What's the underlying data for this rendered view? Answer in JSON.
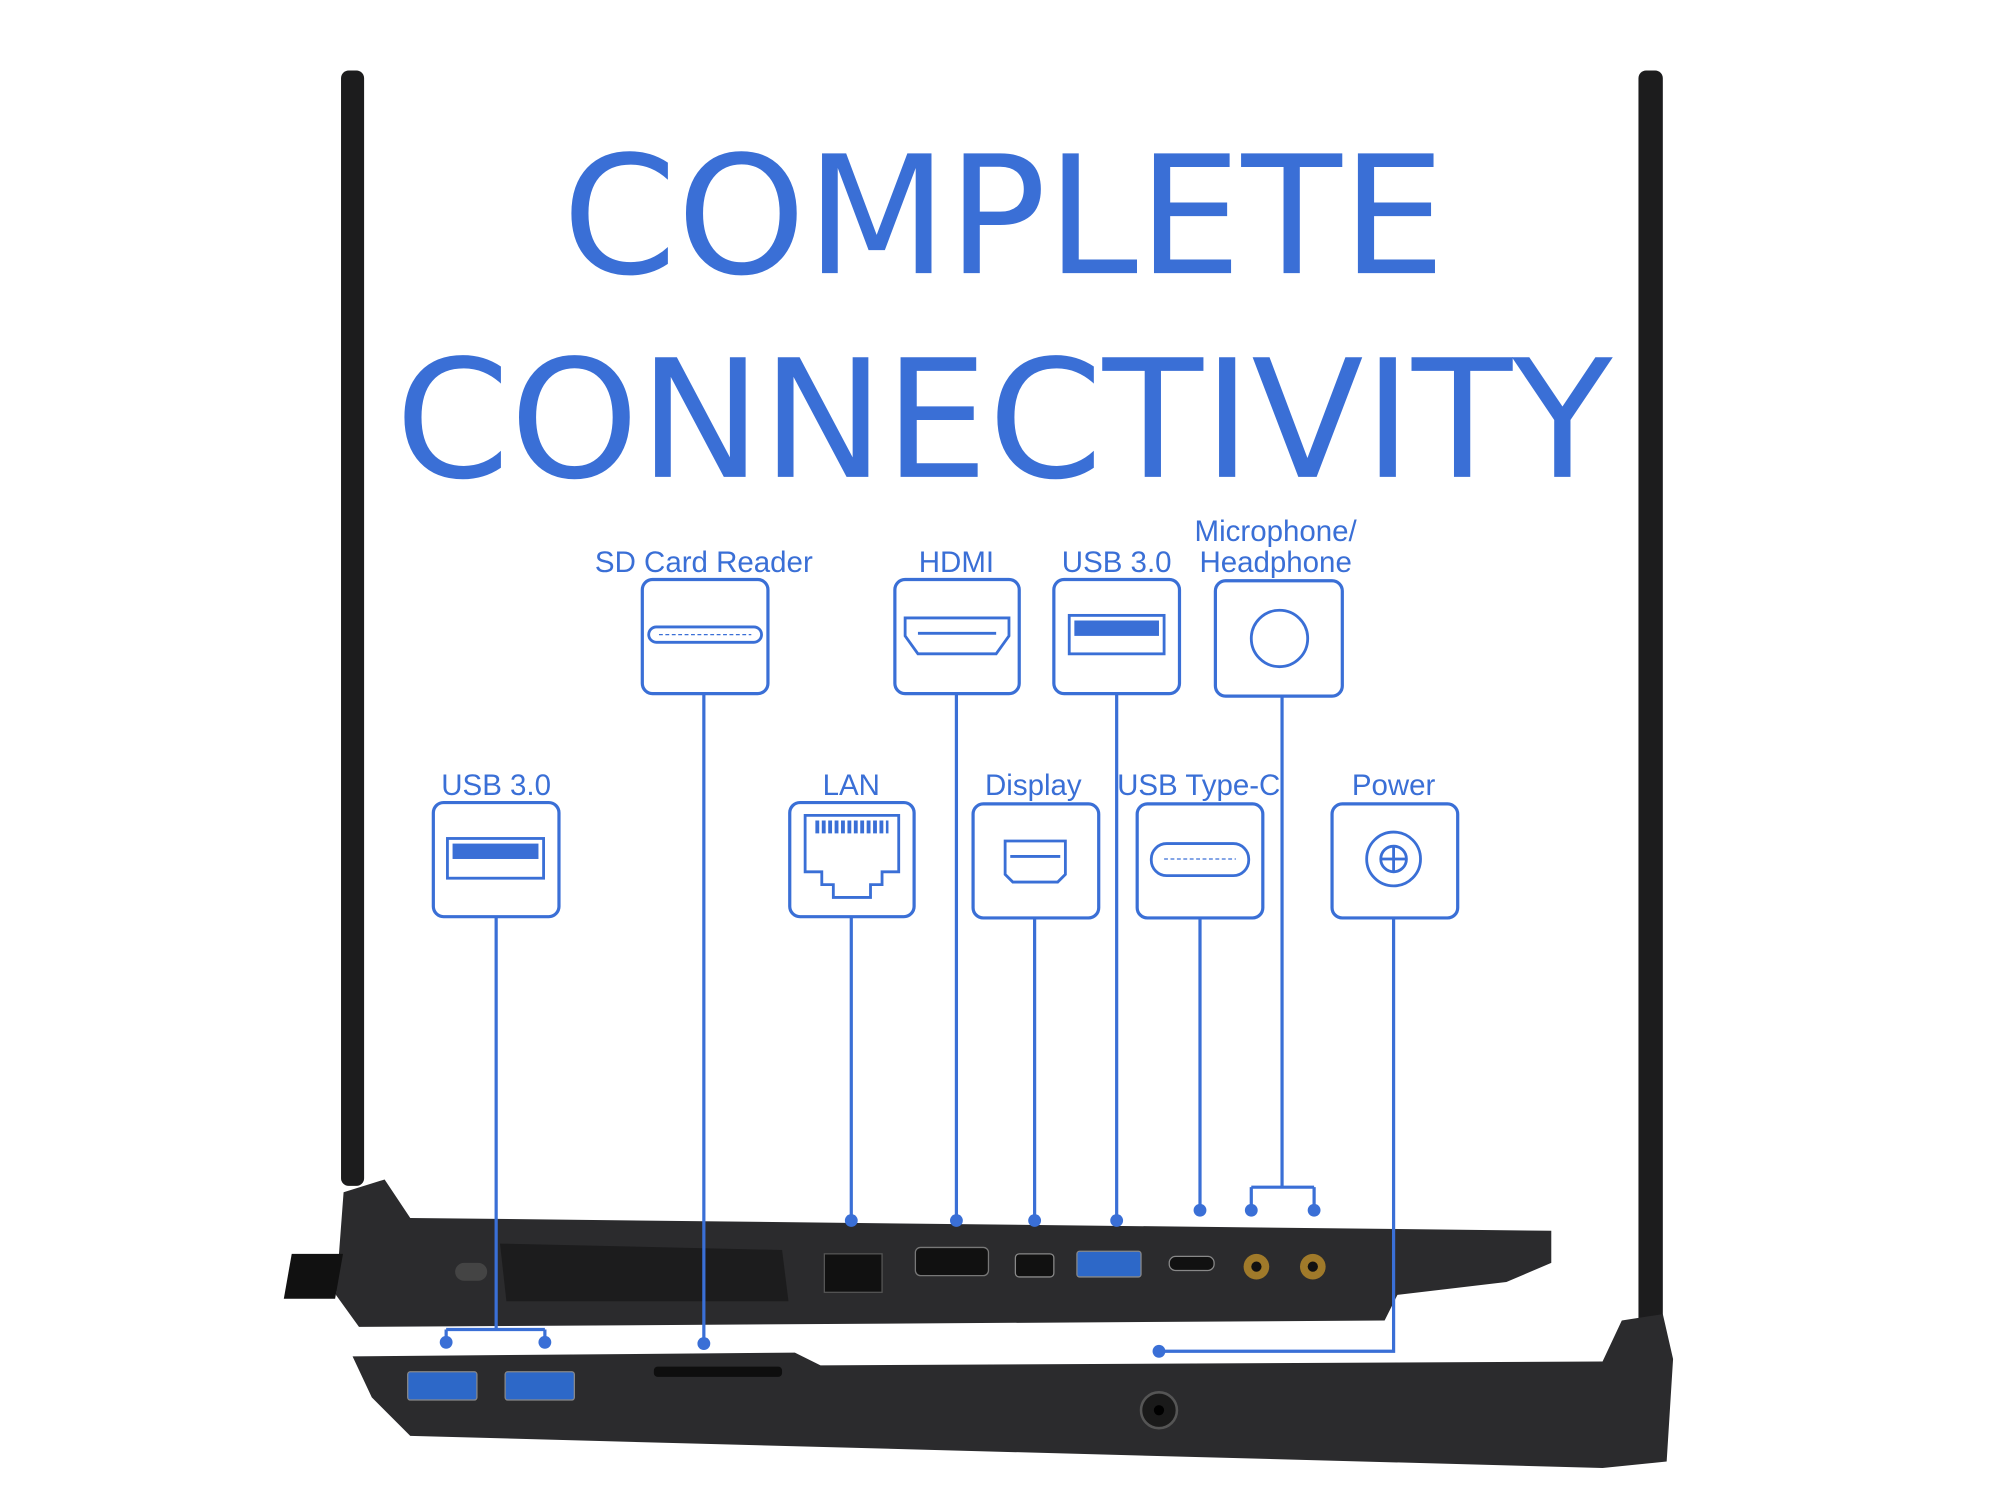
{
  "headline": {
    "line1": "COMPLETE",
    "line2": "CONNECTIVITY"
  },
  "ports": {
    "sd_card_reader": "SD Card Reader",
    "hdmi": "HDMI",
    "usb30_right": "USB 3.0",
    "mic_line1": "Microphone/",
    "mic_line2": "Headphone",
    "usb30_left": "USB 3.0",
    "lan": "LAN",
    "display": "Display",
    "usb_type_c": "USB Type-C",
    "power": "Power"
  },
  "colors": {
    "accent": "#3a6fd6",
    "laptop": "#2b2b2d"
  }
}
